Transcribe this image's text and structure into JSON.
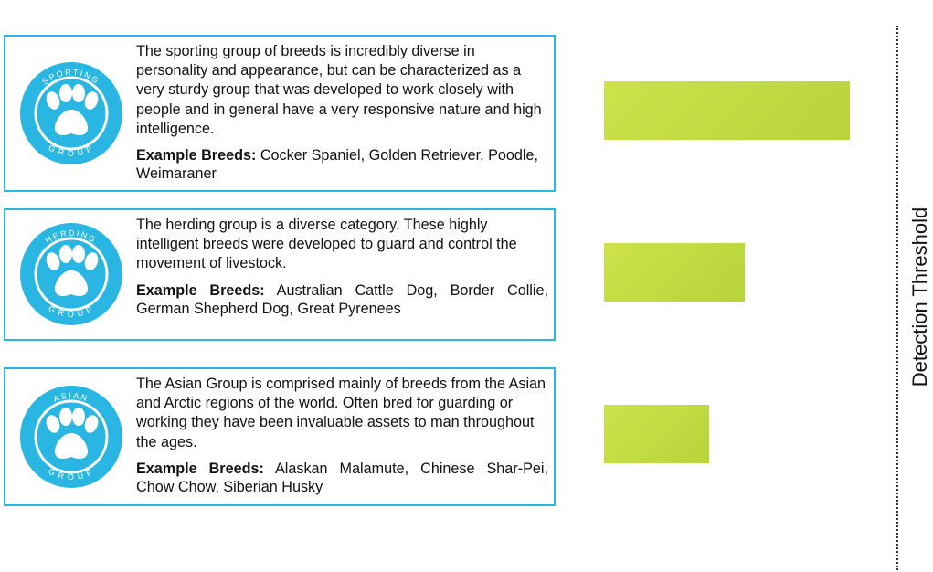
{
  "colors": {
    "card_border": "#29b6e2",
    "bar_fill": "#c2dc41",
    "badge_fill": "#29b6e2"
  },
  "groups": [
    {
      "badge_top": "SPORTING",
      "badge_bottom": "GROUP",
      "description": "The sporting group of breeds is incredibly diverse in personality and appearance, but can be characterized as a very sturdy group that was developed to work closely with people and in general have a very responsive nature and high intelligence.",
      "example_label": "Example Breeds:",
      "example_breeds": "Cocker Spaniel, Golden Retriever, Poodle, Weimaraner"
    },
    {
      "badge_top": "HERDING",
      "badge_bottom": "GROUP",
      "description": "The herding group is a diverse category. These highly intelligent breeds were developed to guard and control the movement of livestock.",
      "example_label": "Example Breeds:",
      "example_breeds": "Australian Cattle Dog, Border Collie, German Shepherd Dog, Great Pyrenees"
    },
    {
      "badge_top": "ASIAN",
      "badge_bottom": "GROUP",
      "description": "The Asian Group is comprised mainly of breeds from the Asian and Arctic regions of the world. Often bred for guarding or working they have been invaluable assets to man throughout the ages.",
      "example_label": "Example Breeds:",
      "example_breeds": "Alaskan Malamute, Chinese Shar-Pei, Chow Chow, Siberian Husky"
    }
  ],
  "chart_data": {
    "type": "bar",
    "orientation": "horizontal",
    "categories": [
      "Sporting Group",
      "Herding Group",
      "Asian Group"
    ],
    "values": [
      0.84,
      0.48,
      0.36
    ],
    "xlim": [
      0,
      1
    ],
    "ylabel": "Detection Threshold",
    "threshold_line": "dotted",
    "grid": false,
    "legend": "none"
  }
}
